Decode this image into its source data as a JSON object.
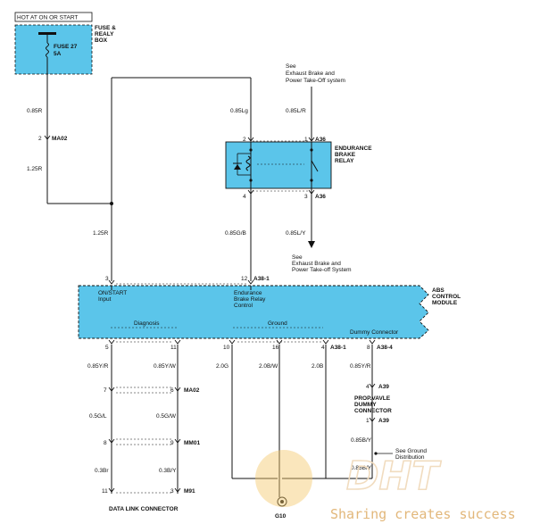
{
  "header": {
    "power_label": "HOT AT ON OR START"
  },
  "fuse_box": {
    "title_line1": "FUSE &",
    "title_line2": "REALY",
    "title_line3": "BOX",
    "fuse_name": "FUSE 27",
    "fuse_rating": "5A"
  },
  "wires": {
    "w_085R": "0.85R",
    "w_125R_a": "1.25R",
    "w_125R_b": "1.25R",
    "w_085Lg": "0.85Lg",
    "w_085LR": "0.85L/R",
    "w_085GB": "0.85G/B",
    "w_085LY": "0.85L/Y",
    "w_085YR_a": "0.85Y/R",
    "w_085YW": "0.85Y/W",
    "w_05GL": "0.5G/L",
    "w_05GW": "0.5G/W",
    "w_03Br": "0.3Br",
    "w_03BY": "0.3B/Y",
    "w_20G": "2.0G",
    "w_20BW": "2.0B/W",
    "w_20B": "2.0B",
    "w_085YR_b": "0.85Y/R",
    "w_085BY_a": "0.85B/Y",
    "w_085BY_b": "0.85B/Y"
  },
  "connectors": {
    "ma02": "MA02",
    "ma02_pin": "2",
    "a36_top": "A36",
    "a36_bottom": "A36",
    "a38_1_top": "A38-1",
    "a38_1_bottom": "A38-1",
    "a38_4": "A38-4",
    "ma02_b": "MA02",
    "mm01": "MM01",
    "m91": "M91",
    "a39_top": "A39",
    "a39_bottom": "A39",
    "g10": "G10"
  },
  "pins": {
    "relay_2": "2",
    "relay_1": "1",
    "relay_4": "4",
    "relay_3": "3",
    "abs_3": "3",
    "abs_12": "12",
    "abs_5": "5",
    "abs_11": "11",
    "abs_10": "10",
    "abs_16": "16",
    "abs_4": "4",
    "abs_8": "8",
    "ma02_7": "7",
    "ma02_6": "6",
    "mm01_8": "8",
    "mm01_9": "9",
    "m91_11": "11",
    "m91_3": "3",
    "a39_4": "4",
    "a39_1": "1"
  },
  "notes": {
    "see_top_1": "See",
    "see_top_2": "Exhaust Brake and",
    "see_top_3": "Power Take-Off system",
    "see_mid_1": "See",
    "see_mid_2": "Exhaust Brake and",
    "see_mid_3": "Power Take-off System",
    "see_ground_1": "See Ground",
    "see_ground_2": "Distribution"
  },
  "relay": {
    "title_line1": "ENDURANCE",
    "title_line2": "BRAKE",
    "title_line3": "RELAY"
  },
  "abs_module": {
    "title_line1": "ABS",
    "title_line2": "CONTROL",
    "title_line3": "MODULE",
    "on_start_1": "ON/START",
    "on_start_2": "Input",
    "ebr_1": "Endurance",
    "ebr_2": "Brake Relay",
    "ebr_3": "Control",
    "diagnosis": "Diagnosis",
    "ground": "Ground",
    "dummy": "Dummy Connector"
  },
  "prop_valve": {
    "line1": "PROP.VAVLE",
    "line2": "DUMMY",
    "line3": "CONNECTOR"
  },
  "data_link": {
    "label": "DATA LINK CONNECTOR"
  },
  "watermark": {
    "text": "Sharing creates success",
    "logo": "DHT"
  },
  "colors": {
    "component_fill": "#5bc5ea",
    "wire": "#111111",
    "watermark": "#e2b77a"
  }
}
